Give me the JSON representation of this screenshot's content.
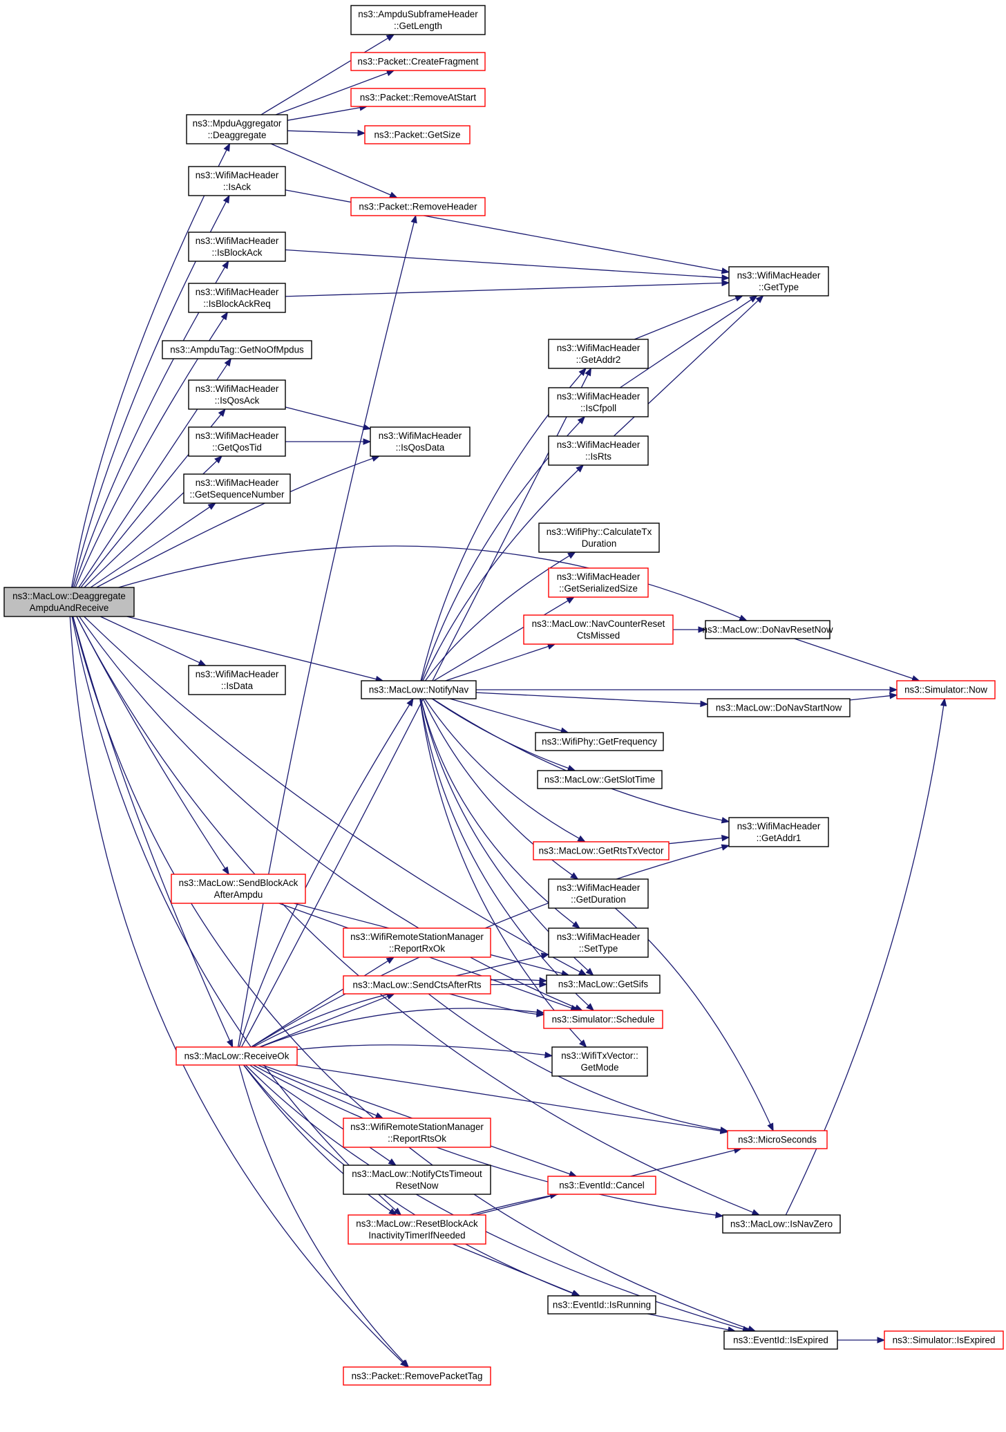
{
  "graph": {
    "edge_color": "#191970",
    "node_border_default": "#000000",
    "node_border_truncated": "#ff0000",
    "root_fill": "#bfbfbf",
    "nodes": [
      {
        "id": "root",
        "lines": [
          "ns3::MacLow::Deaggregate",
          "AmpduAndReceive"
        ],
        "style": "root"
      },
      {
        "id": "subframe_getlength",
        "lines": [
          "ns3::AmpduSubframeHeader",
          "::GetLength"
        ],
        "style": "normal"
      },
      {
        "id": "pkt_createfragment",
        "lines": [
          "ns3::Packet::CreateFragment"
        ],
        "style": "red"
      },
      {
        "id": "pkt_removeatstart",
        "lines": [
          "ns3::Packet::RemoveAtStart"
        ],
        "style": "red"
      },
      {
        "id": "mpdu_deaggregate",
        "lines": [
          "ns3::MpduAggregator",
          "::Deaggregate"
        ],
        "style": "normal"
      },
      {
        "id": "pkt_getsize",
        "lines": [
          "ns3::Packet::GetSize"
        ],
        "style": "red"
      },
      {
        "id": "hdr_isack",
        "lines": [
          "ns3::WifiMacHeader",
          "::IsAck"
        ],
        "style": "normal"
      },
      {
        "id": "pkt_removeheader",
        "lines": [
          "ns3::Packet::RemoveHeader"
        ],
        "style": "red"
      },
      {
        "id": "hdr_isblockack",
        "lines": [
          "ns3::WifiMacHeader",
          "::IsBlockAck"
        ],
        "style": "normal"
      },
      {
        "id": "hdr_gettype",
        "lines": [
          "ns3::WifiMacHeader",
          "::GetType"
        ],
        "style": "normal"
      },
      {
        "id": "hdr_isblockackreq",
        "lines": [
          "ns3::WifiMacHeader",
          "::IsBlockAckReq"
        ],
        "style": "normal"
      },
      {
        "id": "ampdutag_getnoofmpdus",
        "lines": [
          "ns3::AmpduTag::GetNoOfMpdus"
        ],
        "style": "normal"
      },
      {
        "id": "hdr_getaddr2",
        "lines": [
          "ns3::WifiMacHeader",
          "::GetAddr2"
        ],
        "style": "normal"
      },
      {
        "id": "hdr_isqosack",
        "lines": [
          "ns3::WifiMacHeader",
          "::IsQosAck"
        ],
        "style": "normal"
      },
      {
        "id": "hdr_iscfpoll",
        "lines": [
          "ns3::WifiMacHeader",
          "::IsCfpoll"
        ],
        "style": "normal"
      },
      {
        "id": "hdr_getqostid",
        "lines": [
          "ns3::WifiMacHeader",
          "::GetQosTid"
        ],
        "style": "normal"
      },
      {
        "id": "hdr_isqosdata",
        "lines": [
          "ns3::WifiMacHeader",
          "::IsQosData"
        ],
        "style": "normal"
      },
      {
        "id": "hdr_isrts",
        "lines": [
          "ns3::WifiMacHeader",
          "::IsRts"
        ],
        "style": "normal"
      },
      {
        "id": "hdr_getseqnum",
        "lines": [
          "ns3::WifiMacHeader",
          "::GetSequenceNumber"
        ],
        "style": "normal"
      },
      {
        "id": "phy_calctxduration",
        "lines": [
          "ns3::WifiPhy::CalculateTx",
          "Duration"
        ],
        "style": "normal"
      },
      {
        "id": "hdr_getserializedsize",
        "lines": [
          "ns3::WifiMacHeader",
          "::GetSerializedSize"
        ],
        "style": "red"
      },
      {
        "id": "navcounterreset",
        "lines": [
          "ns3::MacLow::NavCounterReset",
          "CtsMissed"
        ],
        "style": "red"
      },
      {
        "id": "donavresetnow",
        "lines": [
          "ns3::MacLow::DoNavResetNow"
        ],
        "style": "normal"
      },
      {
        "id": "hdr_isdata",
        "lines": [
          "ns3::WifiMacHeader",
          "::IsData"
        ],
        "style": "normal"
      },
      {
        "id": "notifynav",
        "lines": [
          "ns3::MacLow::NotifyNav"
        ],
        "style": "normal"
      },
      {
        "id": "sim_now",
        "lines": [
          "ns3::Simulator::Now"
        ],
        "style": "red"
      },
      {
        "id": "donavstartnow",
        "lines": [
          "ns3::MacLow::DoNavStartNow"
        ],
        "style": "normal"
      },
      {
        "id": "phy_getfrequency",
        "lines": [
          "ns3::WifiPhy::GetFrequency"
        ],
        "style": "normal"
      },
      {
        "id": "getslottime",
        "lines": [
          "ns3::MacLow::GetSlotTime"
        ],
        "style": "normal"
      },
      {
        "id": "hdr_getaddr1",
        "lines": [
          "ns3::WifiMacHeader",
          "::GetAddr1"
        ],
        "style": "normal"
      },
      {
        "id": "getrtstxvector",
        "lines": [
          "ns3::MacLow::GetRtsTxVector"
        ],
        "style": "red"
      },
      {
        "id": "sendblockack",
        "lines": [
          "ns3::MacLow::SendBlockAck",
          "AfterAmpdu"
        ],
        "style": "red"
      },
      {
        "id": "hdr_getduration",
        "lines": [
          "ns3::WifiMacHeader",
          "::GetDuration"
        ],
        "style": "normal"
      },
      {
        "id": "rsm_reportrxok",
        "lines": [
          "ns3::WifiRemoteStationManager",
          "::ReportRxOk"
        ],
        "style": "red"
      },
      {
        "id": "hdr_settype",
        "lines": [
          "ns3::WifiMacHeader",
          "::SetType"
        ],
        "style": "normal"
      },
      {
        "id": "sendctsafterrts",
        "lines": [
          "ns3::MacLow::SendCtsAfterRts"
        ],
        "style": "red"
      },
      {
        "id": "getsifs",
        "lines": [
          "ns3::MacLow::GetSifs"
        ],
        "style": "normal"
      },
      {
        "id": "sim_schedule",
        "lines": [
          "ns3::Simulator::Schedule"
        ],
        "style": "red"
      },
      {
        "id": "receiveok",
        "lines": [
          "ns3::MacLow::ReceiveOk"
        ],
        "style": "red"
      },
      {
        "id": "txvector_getmode",
        "lines": [
          "ns3::WifiTxVector::",
          "GetMode"
        ],
        "style": "normal"
      },
      {
        "id": "rsm_reportrtsok",
        "lines": [
          "ns3::WifiRemoteStationManager",
          "::ReportRtsOk"
        ],
        "style": "red"
      },
      {
        "id": "microseconds",
        "lines": [
          "ns3::MicroSeconds"
        ],
        "style": "red"
      },
      {
        "id": "notifyctstimeout",
        "lines": [
          "ns3::MacLow::NotifyCtsTimeout",
          "ResetNow"
        ],
        "style": "normal"
      },
      {
        "id": "eventid_cancel",
        "lines": [
          "ns3::EventId::Cancel"
        ],
        "style": "red"
      },
      {
        "id": "resetblockack",
        "lines": [
          "ns3::MacLow::ResetBlockAck",
          "InactivityTimerIfNeeded"
        ],
        "style": "red"
      },
      {
        "id": "isnavzero",
        "lines": [
          "ns3::MacLow::IsNavZero"
        ],
        "style": "normal"
      },
      {
        "id": "eventid_isrunning",
        "lines": [
          "ns3::EventId::IsRunning"
        ],
        "style": "normal"
      },
      {
        "id": "eventid_isexpired",
        "lines": [
          "ns3::EventId::IsExpired"
        ],
        "style": "normal"
      },
      {
        "id": "sim_isexpired",
        "lines": [
          "ns3::Simulator::IsExpired"
        ],
        "style": "red"
      },
      {
        "id": "pkt_removepackettag",
        "lines": [
          "ns3::Packet::RemovePacketTag"
        ],
        "style": "red"
      }
    ],
    "edges": [
      [
        "root",
        "mpdu_deaggregate"
      ],
      [
        "root",
        "hdr_isack"
      ],
      [
        "root",
        "hdr_isblockack"
      ],
      [
        "root",
        "hdr_isblockackreq"
      ],
      [
        "root",
        "ampdutag_getnoofmpdus"
      ],
      [
        "root",
        "hdr_isqosack"
      ],
      [
        "root",
        "hdr_getqostid"
      ],
      [
        "root",
        "hdr_getseqnum"
      ],
      [
        "root",
        "hdr_isqosdata"
      ],
      [
        "root",
        "donavresetnow"
      ],
      [
        "root",
        "hdr_isdata"
      ],
      [
        "root",
        "notifynav"
      ],
      [
        "root",
        "sendblockack"
      ],
      [
        "root",
        "receiveok"
      ],
      [
        "root",
        "getsifs"
      ],
      [
        "root",
        "sim_schedule"
      ],
      [
        "root",
        "resetblockack"
      ],
      [
        "root",
        "isnavzero"
      ],
      [
        "root",
        "pkt_removepackettag"
      ],
      [
        "root",
        "eventid_isexpired"
      ],
      [
        "mpdu_deaggregate",
        "subframe_getlength"
      ],
      [
        "mpdu_deaggregate",
        "pkt_createfragment"
      ],
      [
        "mpdu_deaggregate",
        "pkt_removeatstart"
      ],
      [
        "mpdu_deaggregate",
        "pkt_getsize"
      ],
      [
        "mpdu_deaggregate",
        "pkt_removeheader"
      ],
      [
        "hdr_isack",
        "hdr_gettype"
      ],
      [
        "hdr_isblockack",
        "hdr_gettype"
      ],
      [
        "hdr_isblockackreq",
        "hdr_gettype"
      ],
      [
        "hdr_isqosack",
        "hdr_isqosdata"
      ],
      [
        "hdr_getqostid",
        "hdr_isqosdata"
      ],
      [
        "hdr_iscfpoll",
        "hdr_gettype"
      ],
      [
        "hdr_isrts",
        "hdr_gettype"
      ],
      [
        "hdr_getaddr2",
        "hdr_gettype"
      ],
      [
        "notifynav",
        "hdr_getaddr2"
      ],
      [
        "notifynav",
        "hdr_iscfpoll"
      ],
      [
        "notifynav",
        "hdr_isrts"
      ],
      [
        "notifynav",
        "phy_calctxduration"
      ],
      [
        "notifynav",
        "hdr_getserializedsize"
      ],
      [
        "notifynav",
        "navcounterreset"
      ],
      [
        "notifynav",
        "sim_now"
      ],
      [
        "notifynav",
        "donavstartnow"
      ],
      [
        "notifynav",
        "phy_getfrequency"
      ],
      [
        "notifynav",
        "getslottime"
      ],
      [
        "notifynav",
        "hdr_getaddr1"
      ],
      [
        "notifynav",
        "getrtstxvector"
      ],
      [
        "notifynav",
        "hdr_getduration"
      ],
      [
        "notifynav",
        "hdr_settype"
      ],
      [
        "notifynav",
        "getsifs"
      ],
      [
        "notifynav",
        "sim_schedule"
      ],
      [
        "notifynav",
        "txvector_getmode"
      ],
      [
        "navcounterreset",
        "donavresetnow"
      ],
      [
        "donavresetnow",
        "sim_now"
      ],
      [
        "donavstartnow",
        "sim_now"
      ],
      [
        "getrtstxvector",
        "hdr_getaddr1"
      ],
      [
        "hdr_getduration",
        "microseconds"
      ],
      [
        "sendblockack",
        "getsifs"
      ],
      [
        "sendblockack",
        "sim_schedule"
      ],
      [
        "sendctsafterrts",
        "hdr_settype"
      ],
      [
        "sendctsafterrts",
        "getsifs"
      ],
      [
        "sendctsafterrts",
        "sim_schedule"
      ],
      [
        "sendctsafterrts",
        "microseconds"
      ],
      [
        "receiveok",
        "notifynav"
      ],
      [
        "receiveok",
        "pkt_removeheader"
      ],
      [
        "receiveok",
        "hdr_getaddr2"
      ],
      [
        "receiveok",
        "rsm_reportrxok"
      ],
      [
        "receiveok",
        "sendctsafterrts"
      ],
      [
        "receiveok",
        "getsifs"
      ],
      [
        "receiveok",
        "sim_schedule"
      ],
      [
        "receiveok",
        "txvector_getmode"
      ],
      [
        "receiveok",
        "hdr_getaddr1"
      ],
      [
        "receiveok",
        "rsm_reportrtsok"
      ],
      [
        "receiveok",
        "microseconds"
      ],
      [
        "receiveok",
        "notifyctstimeout"
      ],
      [
        "receiveok",
        "eventid_cancel"
      ],
      [
        "receiveok",
        "resetblockack"
      ],
      [
        "receiveok",
        "isnavzero"
      ],
      [
        "receiveok",
        "eventid_isrunning"
      ],
      [
        "receiveok",
        "eventid_isexpired"
      ],
      [
        "receiveok",
        "pkt_removepackettag"
      ],
      [
        "resetblockack",
        "eventid_cancel"
      ],
      [
        "resetblockack",
        "microseconds"
      ],
      [
        "resetblockack",
        "eventid_isrunning"
      ],
      [
        "isnavzero",
        "sim_now"
      ],
      [
        "eventid_isrunning",
        "eventid_isexpired"
      ],
      [
        "eventid_isexpired",
        "sim_isexpired"
      ]
    ]
  }
}
